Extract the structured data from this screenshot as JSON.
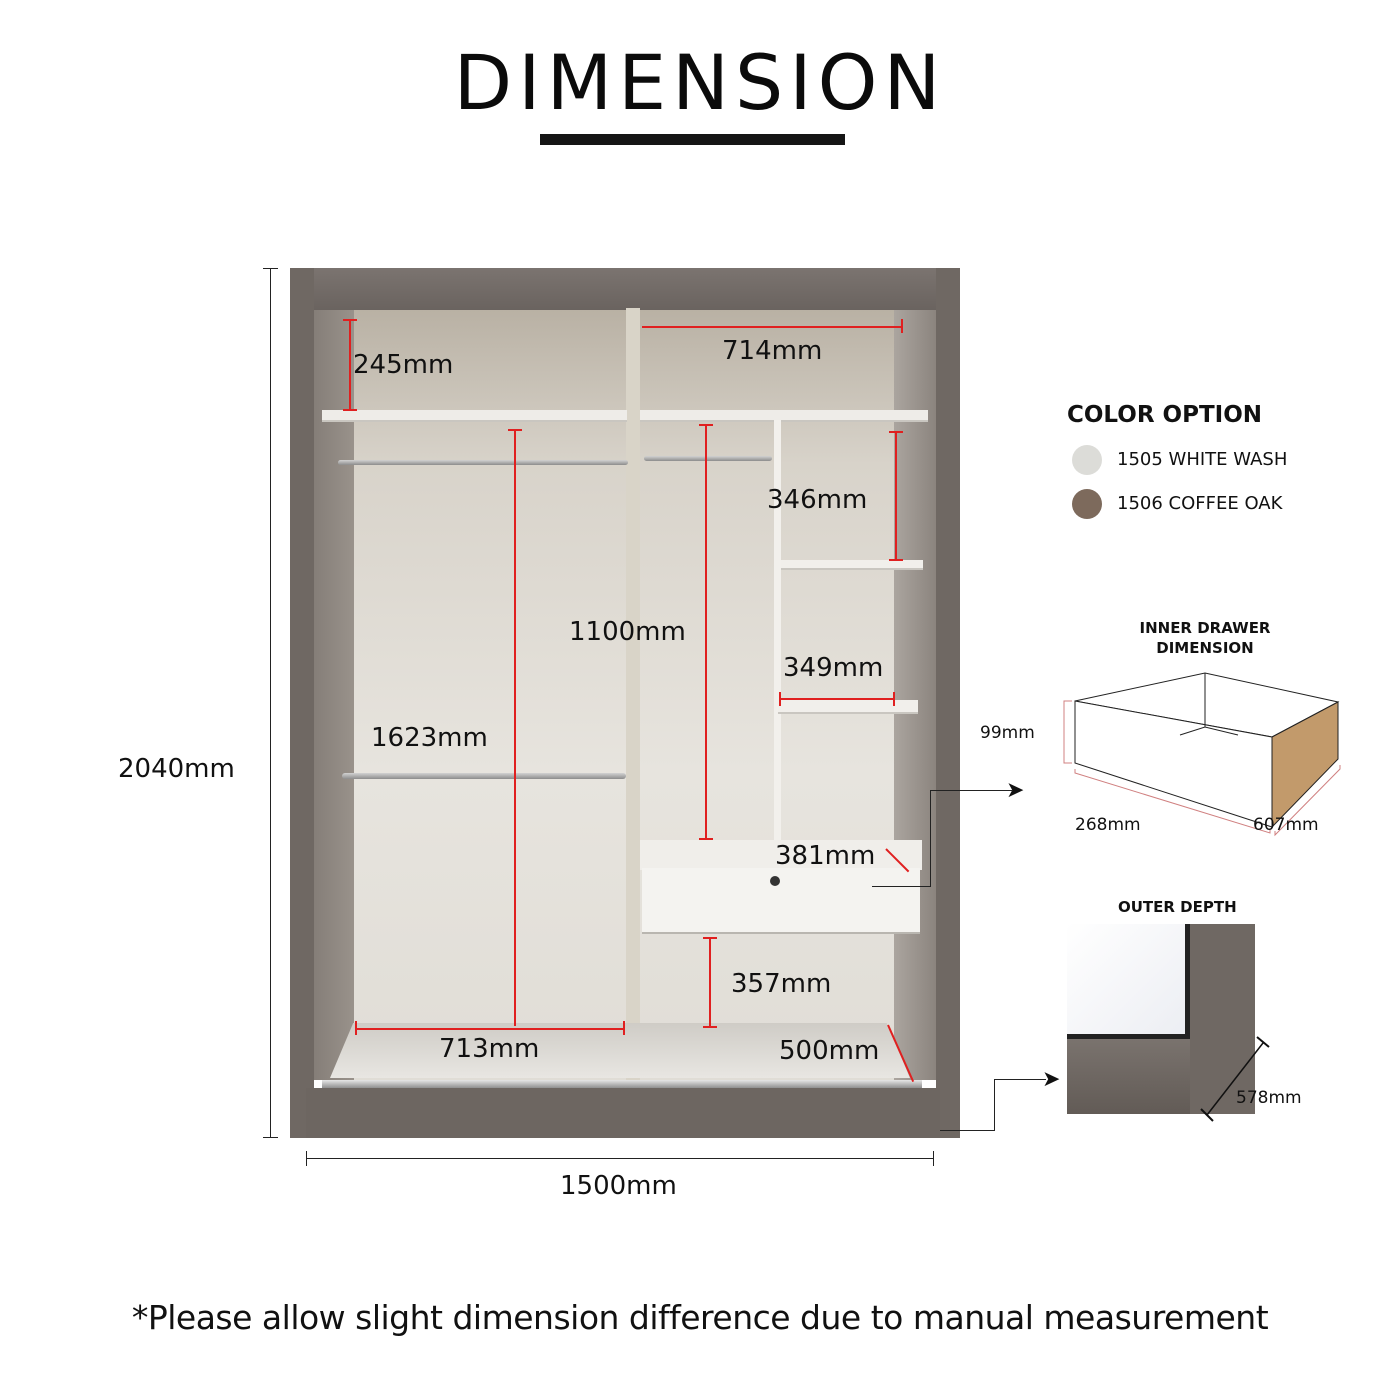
{
  "header": {
    "title": "DIMENSION"
  },
  "wardrobe": {
    "overall": {
      "height": "2040mm",
      "width": "1500mm"
    },
    "measurements": {
      "top_left_height": "245mm",
      "top_right_width": "714mm",
      "right_shelf_height": "346mm",
      "right_hanging_height": "1100mm",
      "shelf_width": "349mm",
      "left_hanging_height": "1623mm",
      "drawer_depth": "381mm",
      "bottom_right_height": "357mm",
      "bottom_left_width": "713mm",
      "bottom_depth": "500mm"
    }
  },
  "color_option": {
    "heading": "COLOR OPTION",
    "options": [
      {
        "label": "1505 WHITE WASH",
        "color": "#dcdcd8"
      },
      {
        "label": "1506 COFFEE OAK",
        "color": "#7d6a5c"
      }
    ]
  },
  "inner_drawer": {
    "heading_line1": "INNER DRAWER",
    "heading_line2": "DIMENSION",
    "height": "99mm",
    "width": "268mm",
    "length": "607mm"
  },
  "outer_depth": {
    "heading": "OUTER DEPTH",
    "depth": "578mm"
  },
  "footer": {
    "note": "*Please allow slight dimension difference due to manual measurement"
  },
  "colors": {
    "wood": "#6f6863",
    "interior": "#e6e3dc",
    "measure_red": "#e02020",
    "drawer_side": "#c29a6b"
  }
}
